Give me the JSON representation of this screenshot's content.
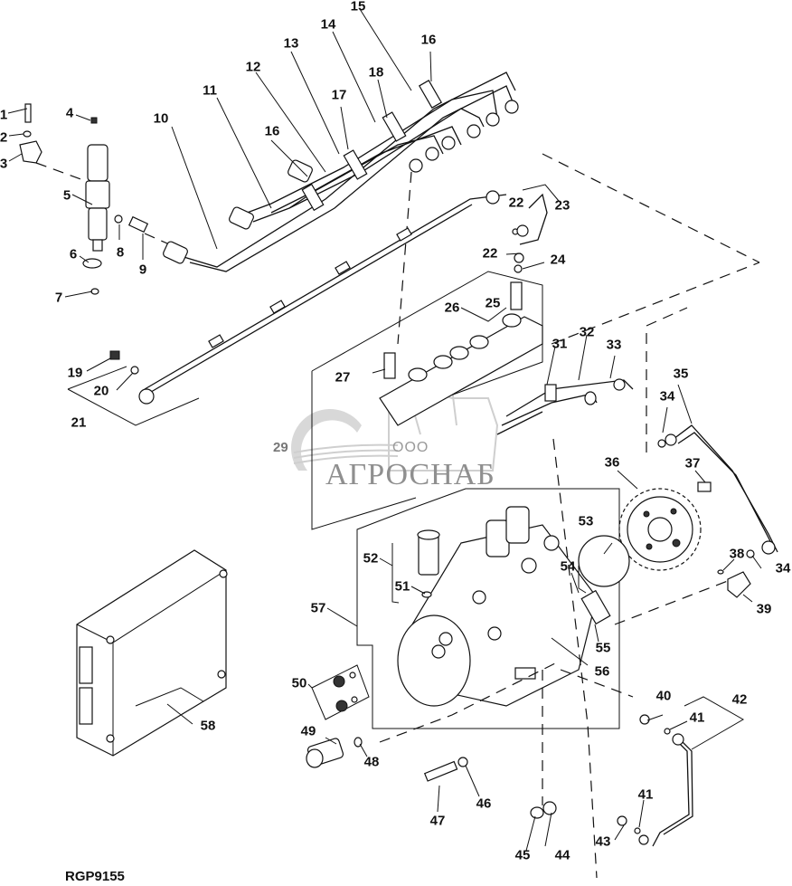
{
  "figure": {
    "id_label": "RGP9155",
    "type": "exploded parts diagram",
    "subject": "fuel injection system: injectors, high-pressure fuel lines, common rail, high-pressure pump, ECU"
  },
  "watermark": {
    "company_prefix": "ООО",
    "company_name": "АГРОСНАБ",
    "number": "29"
  },
  "callouts": [
    {
      "n": "1"
    },
    {
      "n": "2"
    },
    {
      "n": "3"
    },
    {
      "n": "4"
    },
    {
      "n": "5"
    },
    {
      "n": "6"
    },
    {
      "n": "7"
    },
    {
      "n": "8"
    },
    {
      "n": "9"
    },
    {
      "n": "10"
    },
    {
      "n": "11"
    },
    {
      "n": "12"
    },
    {
      "n": "13"
    },
    {
      "n": "14"
    },
    {
      "n": "15"
    },
    {
      "n": "16"
    },
    {
      "n": "16"
    },
    {
      "n": "17"
    },
    {
      "n": "18"
    },
    {
      "n": "19"
    },
    {
      "n": "20"
    },
    {
      "n": "21"
    },
    {
      "n": "22"
    },
    {
      "n": "22"
    },
    {
      "n": "23"
    },
    {
      "n": "24"
    },
    {
      "n": "25"
    },
    {
      "n": "26"
    },
    {
      "n": "27"
    },
    {
      "n": "31"
    },
    {
      "n": "32"
    },
    {
      "n": "33"
    },
    {
      "n": "34"
    },
    {
      "n": "34"
    },
    {
      "n": "35"
    },
    {
      "n": "36"
    },
    {
      "n": "37"
    },
    {
      "n": "38"
    },
    {
      "n": "39"
    },
    {
      "n": "40"
    },
    {
      "n": "41"
    },
    {
      "n": "41"
    },
    {
      "n": "42"
    },
    {
      "n": "43"
    },
    {
      "n": "44"
    },
    {
      "n": "45"
    },
    {
      "n": "46"
    },
    {
      "n": "47"
    },
    {
      "n": "48"
    },
    {
      "n": "49"
    },
    {
      "n": "50"
    },
    {
      "n": "51"
    },
    {
      "n": "52"
    },
    {
      "n": "53"
    },
    {
      "n": "54"
    },
    {
      "n": "55"
    },
    {
      "n": "56"
    },
    {
      "n": "57"
    },
    {
      "n": "58"
    }
  ]
}
